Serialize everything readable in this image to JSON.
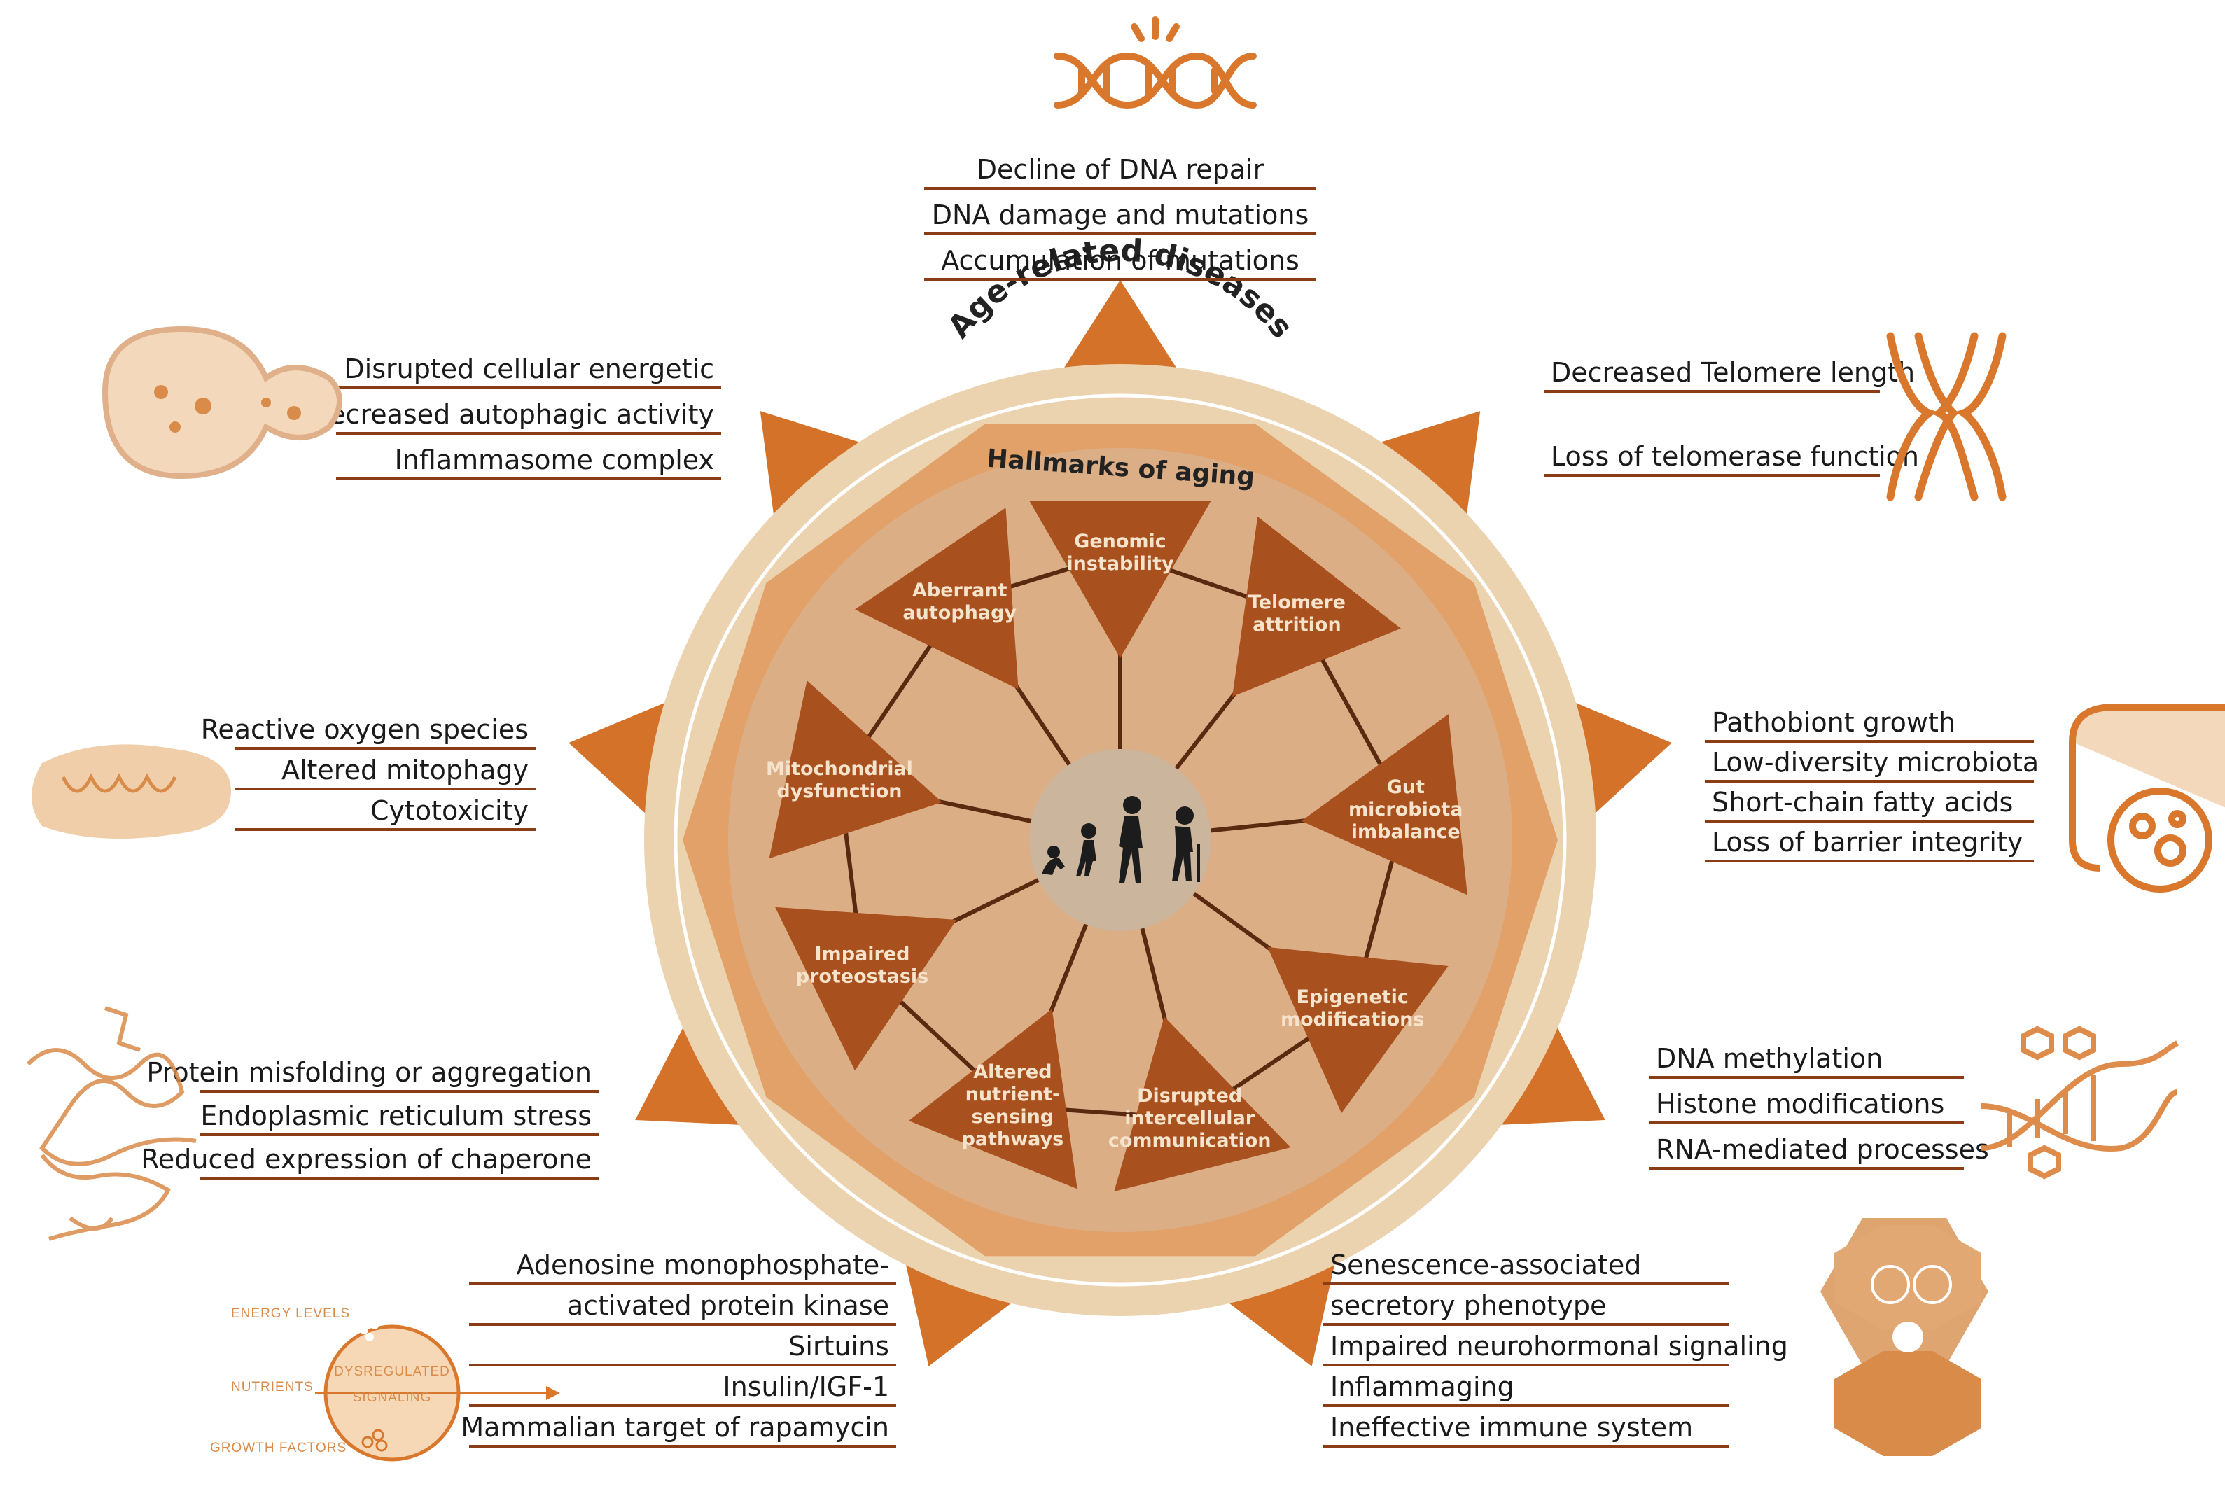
{
  "colors": {
    "accent": "#d9782d",
    "dark_triangle": "#a8501e",
    "outer_ring": "#ecd3b0",
    "inner_disk": "#dcae86",
    "center_disk": "#cbb59c",
    "icon_stroke": "#d9782d",
    "line": "#8a3c14"
  },
  "ring": {
    "outer_title": "Age-related diseases",
    "inner_title": "Hallmarks of aging"
  },
  "hallmarks": [
    {
      "key": "genomic",
      "lines": [
        "Genomic",
        "instability"
      ]
    },
    {
      "key": "telomere",
      "lines": [
        "Telomere",
        "attrition"
      ]
    },
    {
      "key": "gut",
      "lines": [
        "Gut",
        "microbiota",
        "imbalance"
      ]
    },
    {
      "key": "epigenetic",
      "lines": [
        "Epigenetic",
        "modifications"
      ]
    },
    {
      "key": "intercellular",
      "lines": [
        "Disrupted",
        "intercellular",
        "communication"
      ]
    },
    {
      "key": "nutrient",
      "lines": [
        "Altered",
        "nutrient-",
        "sensing",
        "pathways"
      ]
    },
    {
      "key": "proteostasis",
      "lines": [
        "Impaired",
        "proteostasis"
      ]
    },
    {
      "key": "mitochondrial",
      "lines": [
        "Mitochondrial",
        "dysfunction"
      ]
    },
    {
      "key": "autophagy",
      "lines": [
        "Aberrant",
        "autophagy"
      ]
    }
  ],
  "details": {
    "genomic": [
      "Decline of DNA repair",
      "DNA damage and mutations",
      "Accumulation of mutations"
    ],
    "telomere": [
      "Decreased Telomere length",
      "Loss of telomerase function"
    ],
    "gut": [
      "Pathobiont growth",
      "Low-diversity microbiota",
      "Short-chain fatty acids",
      "Loss of barrier integrity"
    ],
    "epigenetic": [
      "DNA methylation",
      "Histone modifications",
      "RNA-mediated processes"
    ],
    "intercellular": [
      "Senescence-associated",
      "secretory phenotype",
      "Impaired neurohormonal signaling",
      "Inflammaging",
      "Ineffective immune system"
    ],
    "nutrient": [
      "Adenosine monophosphate-",
      "activated protein kinase",
      "Sirtuins",
      "Insulin/IGF-1",
      "Mammalian target of rapamycin"
    ],
    "proteostasis": [
      "Protein misfolding or aggregation",
      "Endoplasmic reticulum stress",
      "Reduced expression of chaperone"
    ],
    "mitochondrial": [
      "Reactive oxygen species",
      "Altered mitophagy",
      "Cytotoxicity"
    ],
    "autophagy": [
      "Disrupted cellular energetic",
      "Decreased autophagic activity",
      "Inflammasome complex"
    ]
  },
  "signaling_icon": {
    "center_lines": [
      "DYSREGULATED",
      "SIGNALING"
    ],
    "inputs": [
      "ENERGY LEVELS",
      "NUTRIENTS",
      "GROWTH FACTORS"
    ]
  },
  "icons": [
    "dna-icon",
    "chromosome-icon",
    "intestine-icon",
    "dna-helix-icon",
    "cell-junction-icon",
    "signaling-icon",
    "protein-structure-icon",
    "mitochondrion-icon",
    "autophagy-cell-icon",
    "human-evolution-icon"
  ]
}
